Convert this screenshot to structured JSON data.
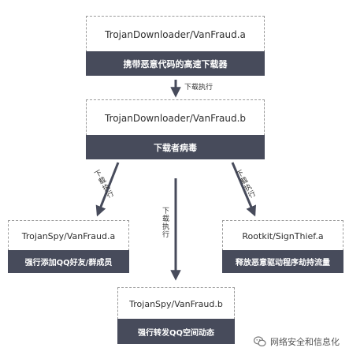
{
  "nodes": [
    {
      "name": "TrojanDownloader/VanFraud.a",
      "desc": "携带恶意代码的高速下载器"
    },
    {
      "name": "TrojanDownloader/VanFraud.b",
      "desc": "下载者病毒"
    },
    {
      "name": "TrojanSpy/VanFraud.a",
      "desc": "强行添加QQ好友/群成员"
    },
    {
      "name": "Rootkit/SignThief.a",
      "desc": "释放恶意驱动程序劫持流量"
    },
    {
      "name": "TrojanSpy/VanFraud.b",
      "desc": "强行转发QQ空间动态"
    }
  ],
  "edges": [
    {
      "from": 0,
      "to": 1,
      "label": "下载执行"
    },
    {
      "from": 1,
      "to": 2,
      "label": "下载执行"
    },
    {
      "from": 1,
      "to": 4,
      "label": "下载执行"
    },
    {
      "from": 1,
      "to": 3,
      "label": "下载执行"
    }
  ],
  "colors": {
    "desc_bg": "#474b5b",
    "arrow": "#474b5b",
    "border": "#9a9a9a"
  },
  "watermark": {
    "icon": "wechat-icon",
    "text": "网络安全和信息化"
  }
}
